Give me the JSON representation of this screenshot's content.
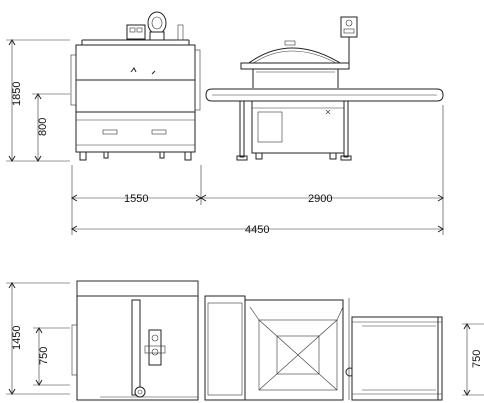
{
  "drawing": {
    "front_view": {
      "overall_height": "1850",
      "table_height": "800",
      "width_left": "1550",
      "width_right": "2900",
      "total_width": "4450"
    },
    "top_view": {
      "overall_depth": "1450",
      "inner_depth": "750",
      "conveyor_depth": "750"
    }
  }
}
